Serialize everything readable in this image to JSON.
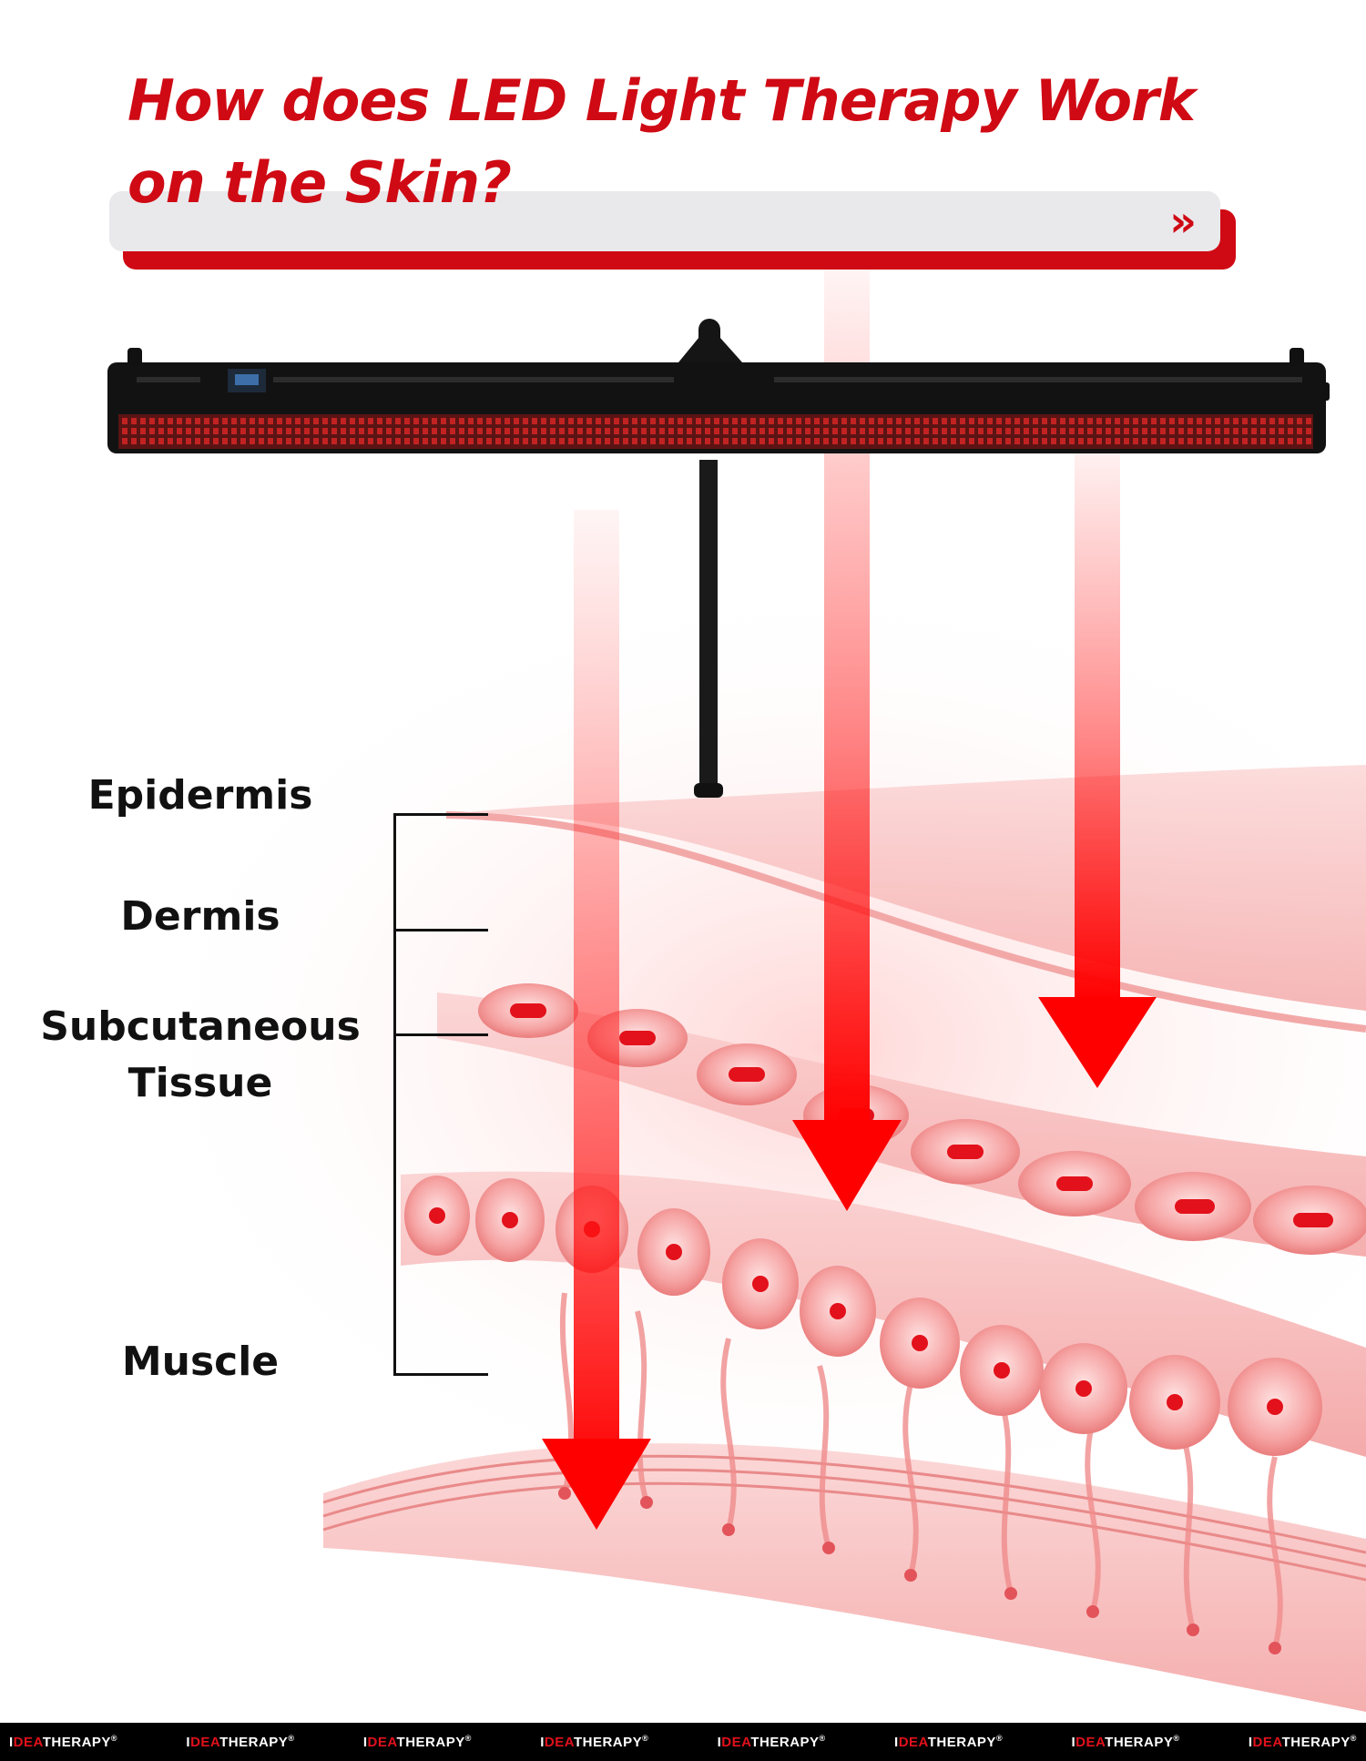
{
  "header": {
    "title_line1": "How does LED Light Therapy Work",
    "title_line2": "on the Skin?",
    "chevron_icon": "double-chevron-right-icon"
  },
  "layers": {
    "epidermis": "Epidermis",
    "dermis": "Dermis",
    "subcutaneous_line1": "Subcutaneous",
    "subcutaneous_line2": "Tissue",
    "muscle": "Muscle"
  },
  "colors": {
    "accent_red": "#cf0a14",
    "banner_grey": "#e9e9ec",
    "skin_pink": "#f6b3b3",
    "device_black": "#111111"
  },
  "footer": {
    "brand_prefix": "I",
    "brand_red": "DEA",
    "brand_suffix": "THERAPY",
    "brand_mark": "®",
    "repeat_labels": [
      "IDEATHERAPY",
      "IDEATHERAPY",
      "IDEATHERAPY",
      "IDEATHERAPY",
      "IDEATHERAPY",
      "IDEATHERAPY",
      "IDEATHERAPY",
      "IDEATHERAPY"
    ]
  }
}
